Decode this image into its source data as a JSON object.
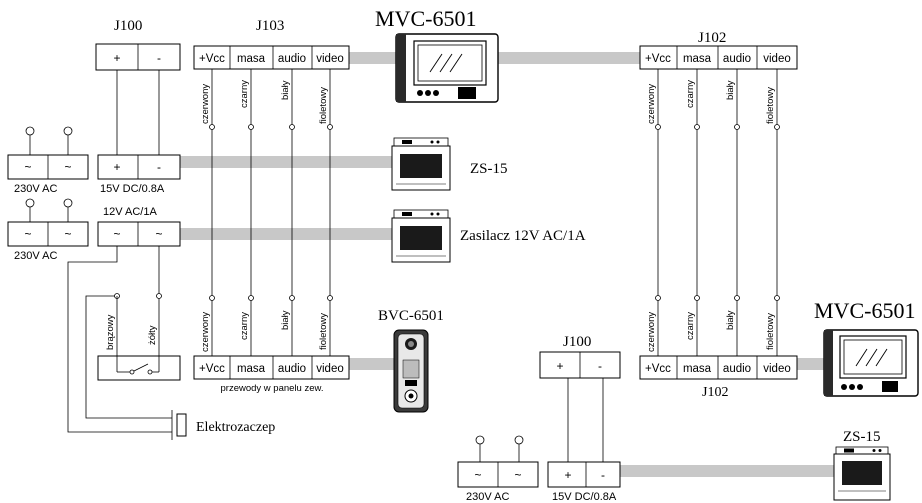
{
  "colors": {
    "bus": "#c8c8c8",
    "line": "#000000",
    "screen": "#1a1a1a"
  },
  "labels": {
    "j100_top": "J100",
    "j103": "J103",
    "mvc_top": "MVC-6501",
    "j102_top": "J102",
    "zs15_mid": "ZS-15",
    "zasilacz": "Zasilacz 12V AC/1A",
    "bvc": "BVC-6501",
    "elektrozaczep": "Elektrozaczep",
    "mvc_right": "MVC-6501",
    "j102_bottom": "J102",
    "j100_bottom": "J100",
    "zs15_bottom": "ZS-15",
    "ac230_1": "230V AC",
    "ac230_2": "230V AC",
    "ac230_3": "230V AC",
    "dc15_1": "15V DC/0.8A",
    "dc15_2": "15V DC/0.8A",
    "ac12": "12V AC/1A",
    "przewody": "przewody w panelu zew."
  },
  "terminals": {
    "plus": "+",
    "minus": "-",
    "tilde": "~",
    "connector": [
      "+Vcc",
      "masa",
      "audio",
      "video"
    ]
  },
  "wire_colors": [
    "czerwony",
    "czarny",
    "biały",
    "fioletowy"
  ],
  "switch_wires": [
    "brązowy",
    "żółty"
  ]
}
